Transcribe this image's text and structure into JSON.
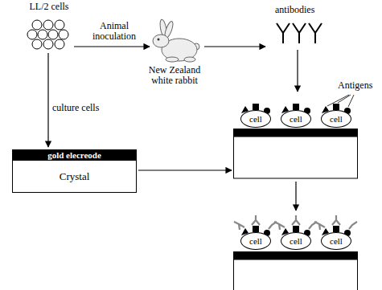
{
  "diagram": {
    "nodes": [
      {
        "text": [
          "cell"
        ]
      },
      {
        "text": [
          "cell"
        ]
      },
      {
        "text": [
          "cell"
        ]
      },
      {
        "text": [
          "gold elecreode"
        ]
      },
      {
        "text": [
          "Crystal"
        ]
      },
      {
        "text": [
          "cell"
        ]
      },
      {
        "text": [
          "cell"
        ]
      },
      {
        "text": [
          "cell"
        ]
      }
    ],
    "labels": [
      "LL/2 cells",
      "Animal inoculation",
      "New Zealand white rabbit",
      "antibodies",
      "Antigens",
      "culture cells"
    ]
  }
}
